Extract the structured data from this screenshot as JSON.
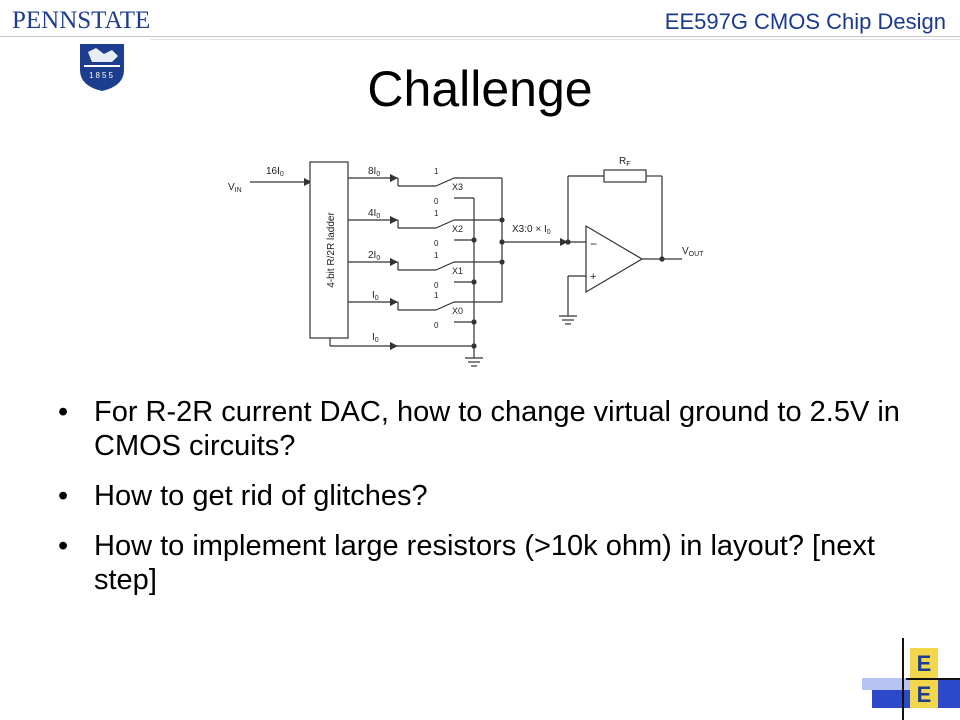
{
  "header": {
    "logo": "PENNSTATE",
    "course_title": "EE597G CMOS Chip Design",
    "shield_year": "1855"
  },
  "slide": {
    "title": "Challenge"
  },
  "circuit": {
    "vin": "V",
    "vin_sub": "IN",
    "input_current": "16I",
    "input_current_sub": "0",
    "ladder_label": "4-bit R/2R ladder",
    "branch_currents": [
      "8I",
      "4I",
      "2I",
      "I",
      "I"
    ],
    "branch_sub": "0",
    "switches": [
      "X3",
      "X2",
      "X1",
      "X0"
    ],
    "switch_one": "1",
    "switch_zero": "0",
    "sum_current": "X3:0 × I",
    "sum_current_sub": "0",
    "rf": "R",
    "rf_sub": "F",
    "minus": "−",
    "plus": "+",
    "vout": "V",
    "vout_sub": "OUT"
  },
  "bullets": [
    "For R-2R current DAC, how to change virtual ground to 2.5V in CMOS circuits?",
    "How to get rid of glitches?",
    "How to implement large resistors (>10k ohm) in layout?  [next step]"
  ],
  "footer_logo": {
    "letter_top": "E",
    "letter_bottom": "E"
  },
  "colors": {
    "brand_blue": "#1d3d8f",
    "logo_yellow": "#f2d64b",
    "logo_blue": "#2b49c8"
  }
}
